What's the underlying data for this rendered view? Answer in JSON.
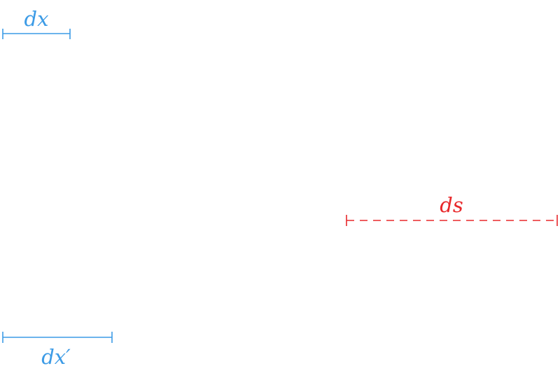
{
  "colors": {
    "blue": "#3c9be6",
    "red": "#e8282b",
    "background": "#ffffff"
  },
  "segments": [
    {
      "id": "dx",
      "label": "dx",
      "color_key": "blue",
      "style": "solid"
    },
    {
      "id": "dx-prime",
      "label": "dx′",
      "color_key": "blue",
      "style": "solid"
    },
    {
      "id": "ds",
      "label": "ds",
      "color_key": "red",
      "style": "dashed"
    }
  ]
}
